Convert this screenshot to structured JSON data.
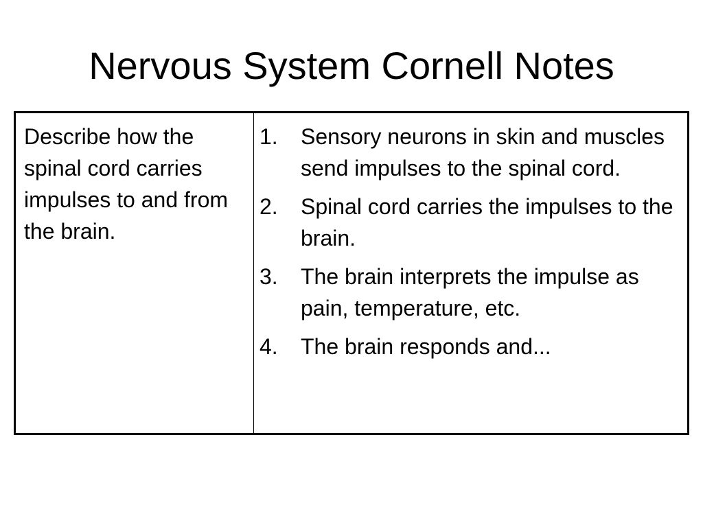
{
  "title": "Nervous System Cornell Notes",
  "cue": "Describe how the spinal cord carries impulses to and from the brain.",
  "notes": [
    {
      "number": "1.",
      "text": "Sensory neurons in skin and muscles send impulses to the spinal cord."
    },
    {
      "number": "2.",
      "text": "Spinal cord carries the impulses to the brain."
    },
    {
      "number": "3.",
      "text": "The brain interprets the impulse as pain, temperature, etc."
    },
    {
      "number": "4.",
      "text": "The brain responds and..."
    }
  ]
}
